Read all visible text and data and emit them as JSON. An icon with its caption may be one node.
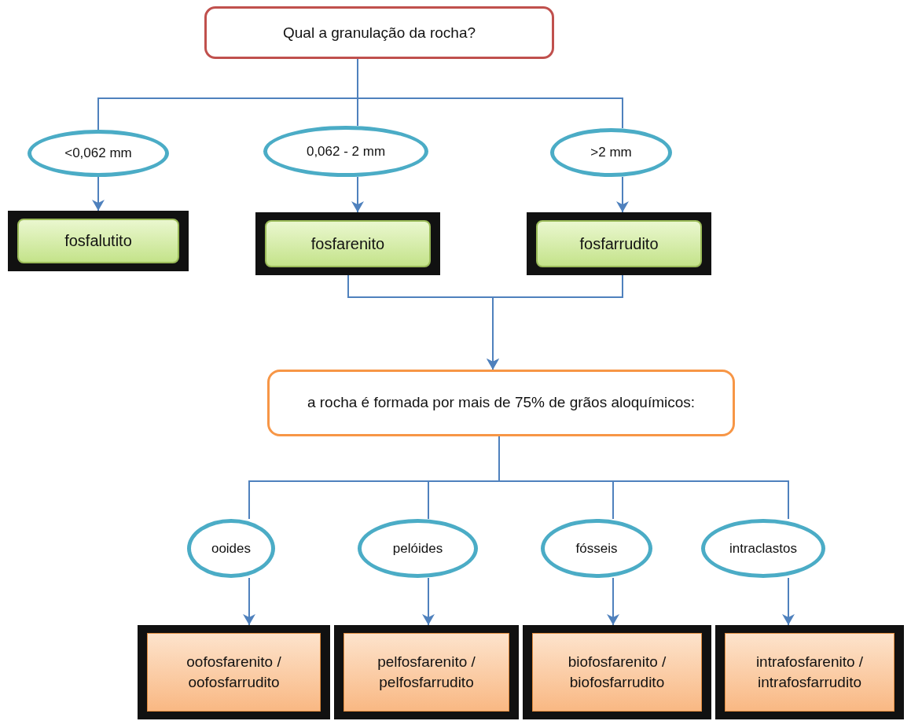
{
  "diagram": {
    "nodes": [
      {
        "text": [
          "Qual a granulação da rocha?"
        ]
      },
      {
        "text": [
          "<0,062 mm"
        ]
      },
      {
        "text": [
          "0,062 - 2 mm"
        ]
      },
      {
        "text": [
          ">2 mm"
        ]
      },
      {
        "text": [
          "fosfalutito"
        ]
      },
      {
        "text": [
          "fosfarenito"
        ]
      },
      {
        "text": [
          "fosfarrudito"
        ]
      },
      {
        "text": [
          "a rocha é formada por mais de 75% de grãos aloquímicos:"
        ]
      },
      {
        "text": [
          "ooides"
        ]
      },
      {
        "text": [
          "pelóides"
        ]
      },
      {
        "text": [
          "fósseis"
        ]
      },
      {
        "text": [
          "intraclastos"
        ]
      },
      {
        "text": [
          "oofosfarenito / oofosfarrudito"
        ]
      },
      {
        "text": [
          "pelfosfarenito / pelfosfarrudito"
        ]
      },
      {
        "text": [
          "biofosfarenito / biofosfarrudito"
        ]
      },
      {
        "text": [
          "intrafosfarenito / intrafosfarrudito"
        ]
      }
    ],
    "edges": [
      {
        "from": 0,
        "to": 1,
        "arrow": "none"
      },
      {
        "from": 0,
        "to": 2,
        "arrow": "none"
      },
      {
        "from": 0,
        "to": 3,
        "arrow": "none"
      },
      {
        "from": 1,
        "to": 4,
        "arrow": "to"
      },
      {
        "from": 2,
        "to": 5,
        "arrow": "to"
      },
      {
        "from": 3,
        "to": 6,
        "arrow": "to"
      },
      {
        "from": 5,
        "to": 7,
        "arrow": "to"
      },
      {
        "from": 6,
        "to": 7,
        "arrow": "to"
      },
      {
        "from": 7,
        "to": 8,
        "arrow": "none"
      },
      {
        "from": 7,
        "to": 9,
        "arrow": "none"
      },
      {
        "from": 7,
        "to": 10,
        "arrow": "none"
      },
      {
        "from": 7,
        "to": 11,
        "arrow": "none"
      },
      {
        "from": 8,
        "to": 12,
        "arrow": "to"
      },
      {
        "from": 9,
        "to": 13,
        "arrow": "to"
      },
      {
        "from": 10,
        "to": 14,
        "arrow": "to"
      },
      {
        "from": 11,
        "to": 15,
        "arrow": "to"
      }
    ]
  }
}
